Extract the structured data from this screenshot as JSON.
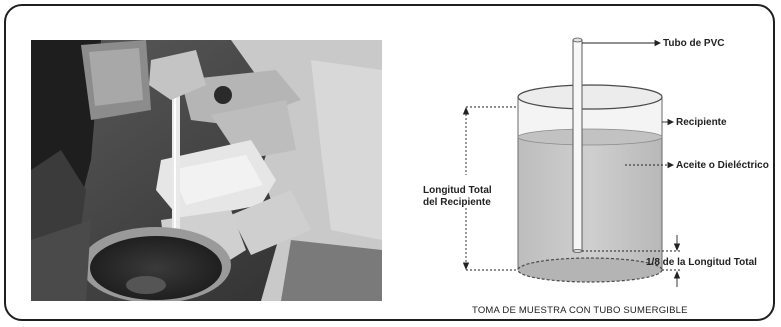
{
  "photo": {
    "description_icon": "photo-of-sampling-with-pvc-tube"
  },
  "diagram": {
    "labels": {
      "tube": "Tubo de PVC",
      "container": "Recipiente",
      "oil": "Aceite o Dieléctrico",
      "total_length_line1": "Longitud Total",
      "total_length_line2": "del Recipiente",
      "fraction": "1/8 de la Longitud Total"
    },
    "caption": "TOMA DE MUESTRA CON TUBO SUMERGIBLE"
  }
}
